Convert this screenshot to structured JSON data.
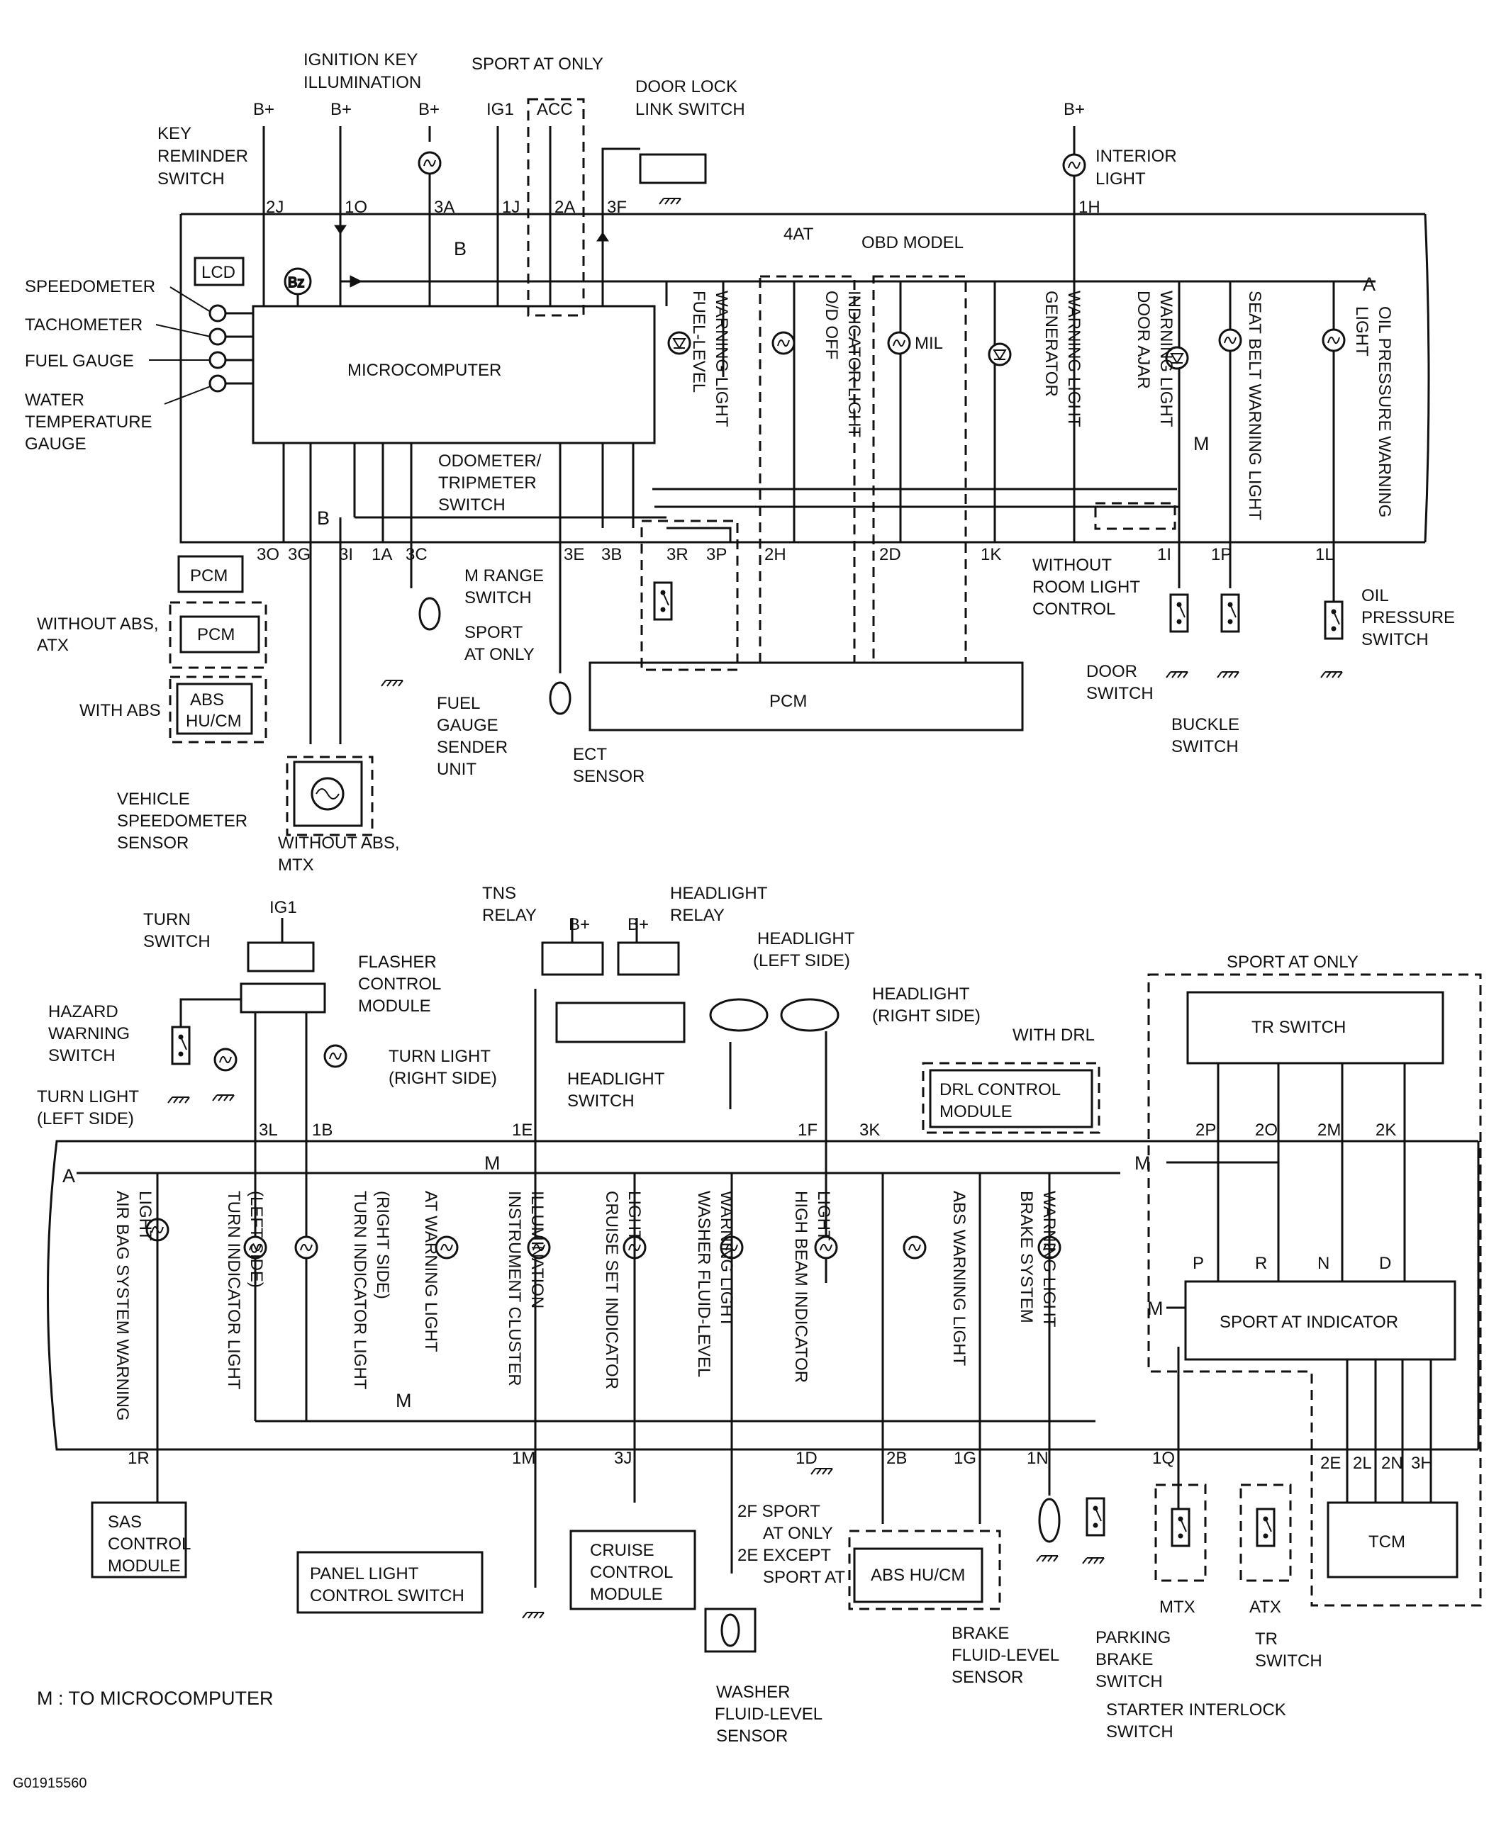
{
  "top_labels": {
    "ignition_key_illumination": [
      "IGNITION KEY",
      "ILLUMINATION"
    ],
    "sport_at_only": "SPORT AT ONLY",
    "door_lock_link_switch": [
      "DOOR LOCK",
      "LINK SWITCH"
    ],
    "key_reminder_switch": [
      "KEY",
      "REMINDER",
      "SWITCH"
    ],
    "interior_light": [
      "INTERIOR",
      "LIGHT"
    ],
    "four_at": "4AT",
    "obd_model": "OBD MODEL",
    "lcd": "LCD",
    "bz": "Bz",
    "microcomputer": "MICROCOMPUTER",
    "b_marker": "B",
    "a_marker": "A",
    "m_marker": "M",
    "acc": "ACC",
    "mil": "MIL"
  },
  "power_labels": [
    "B+",
    "B+",
    "B+",
    "IG1",
    "B+"
  ],
  "gauges": [
    "SPEEDOMETER",
    "TACHOMETER",
    "FUEL GAUGE",
    "WATER",
    "TEMPERATURE",
    "GAUGE"
  ],
  "top_terminals": [
    "2J",
    "1O",
    "3A",
    "1J",
    "2A",
    "3F",
    "1H"
  ],
  "vertical_lamps_top": [
    [
      "FUEL-LEVEL",
      "WARNING LIGHT"
    ],
    [
      "O/D OFF",
      "INDICATOR LIGHT"
    ],
    [
      "GENERATOR",
      "WARNING LIGHT"
    ],
    [
      "DOOR AJAR",
      "WARNING LIGHT"
    ],
    [
      "SEAT BELT WARNING LIGHT"
    ],
    [
      "OIL PRESSURE WARNING",
      "LIGHT"
    ]
  ],
  "upper_bottom_terminals": [
    "3O",
    "3G",
    "3I",
    "1A",
    "3C",
    "3E",
    "3B",
    "3R",
    "3P",
    "2H",
    "2D",
    "1K",
    "1I",
    "1P",
    "1L"
  ],
  "upper_lower_labels": {
    "pcm1": "PCM",
    "without_abs_atx": [
      "WITHOUT ABS,",
      "ATX"
    ],
    "pcm2": "PCM",
    "with_abs": "WITH ABS",
    "abs_hucm": [
      "ABS",
      "HU/CM"
    ],
    "vss": [
      "VEHICLE",
      "SPEEDOMETER",
      "SENSOR"
    ],
    "without_abs_mtx": [
      "WITHOUT ABS,",
      "MTX"
    ],
    "fuel_gauge_sender": [
      "FUEL",
      "GAUGE",
      "SENDER",
      "UNIT"
    ],
    "odometer_switch": [
      "ODOMETER/",
      "TRIPMETER",
      "SWITCH"
    ],
    "m_range_switch": [
      "M RANGE",
      "SWITCH"
    ],
    "sport_at_only2": [
      "SPORT",
      "AT ONLY"
    ],
    "pcm_main": "PCM",
    "ect_sensor": [
      "ECT",
      "SENSOR"
    ],
    "without_room_light": [
      "WITHOUT",
      "ROOM LIGHT",
      "CONTROL"
    ],
    "door_switch": [
      "DOOR",
      "SWITCH"
    ],
    "buckle_switch": [
      "BUCKLE",
      "SWITCH"
    ],
    "oil_pressure_switch": [
      "OIL",
      "PRESSURE",
      "SWITCH"
    ]
  },
  "lower_top_labels": {
    "turn_switch": [
      "TURN",
      "SWITCH"
    ],
    "ig1": "IG1",
    "flasher": [
      "FLASHER",
      "CONTROL",
      "MODULE"
    ],
    "hazard": [
      "HAZARD",
      "WARNING",
      "SWITCH"
    ],
    "turn_light_left": [
      "TURN LIGHT",
      "(LEFT SIDE)"
    ],
    "turn_light_right": [
      "TURN LIGHT",
      "(RIGHT SIDE)"
    ],
    "tns_relay": [
      "TNS",
      "RELAY"
    ],
    "headlight_relay": [
      "HEADLIGHT",
      "RELAY"
    ],
    "headlight_left": [
      "HEADLIGHT",
      "(LEFT SIDE)"
    ],
    "headlight_right": [
      "HEADLIGHT",
      "(RIGHT SIDE)"
    ],
    "headlight_switch": [
      "HEADLIGHT",
      "SWITCH"
    ],
    "with_drl": "WITH DRL",
    "drl_module": [
      "DRL CONTROL",
      "MODULE"
    ],
    "sport_at_only3": "SPORT AT ONLY",
    "tr_switch": "TR SWITCH",
    "bplus": "B+"
  },
  "lower_top_terminals": [
    "3L",
    "1B",
    "1E",
    "1F",
    "3K",
    "2P",
    "2O",
    "2M",
    "2K"
  ],
  "prnd": [
    "P",
    "R",
    "N",
    "D"
  ],
  "sport_at_indicator": "SPORT AT INDICATOR",
  "vertical_lamps_bottom": [
    [
      "AIR BAG SYSTEM WARNING",
      "LIGHT"
    ],
    [
      "TURN INDICATOR LIGHT",
      "(LEFT SIDE)"
    ],
    [
      "TURN INDICATOR LIGHT",
      "(RIGHT SIDE)"
    ],
    [
      "AT WARNING LIGHT"
    ],
    [
      "INSTRUMENT CLUSTER",
      "ILLUMINATION"
    ],
    [
      "CRUISE SET INDICATOR",
      "LIGHT"
    ],
    [
      "WASHER FLUID-LEVEL",
      "WARNING LIGHT"
    ],
    [
      "HIGH BEAM INDICATOR",
      "LIGHT"
    ],
    [
      "ABS WARNING LIGHT"
    ],
    [
      "BRAKE SYSTEM",
      "WARNING LIGHT"
    ]
  ],
  "lower_bottom_terminals": [
    "1R",
    "1M",
    "3J",
    "1D",
    "2B",
    "1G",
    "1N",
    "1Q",
    "2E",
    "2L",
    "2N",
    "3H"
  ],
  "lower_bottom_labels": {
    "sas": [
      "SAS",
      "CONTROL",
      "MODULE"
    ],
    "panel_light": [
      "PANEL LIGHT",
      "CONTROL SWITCH"
    ],
    "cruise": [
      "CRUISE",
      "CONTROL",
      "MODULE"
    ],
    "washer_note": [
      "2F  SPORT",
      "AT  ONLY",
      "2E  EXCEPT",
      "SPORT  AT"
    ],
    "washer_sensor": [
      "WASHER",
      "FLUID-LEVEL",
      "SENSOR"
    ],
    "abs_hucm2": "ABS HU/CM",
    "brake_fluid": [
      "BRAKE",
      "FLUID-LEVEL",
      "SENSOR"
    ],
    "parking_brake": [
      "PARKING",
      "BRAKE",
      "SWITCH"
    ],
    "mtx": "MTX",
    "atx": "ATX",
    "tr_switch2": [
      "TR",
      "SWITCH"
    ],
    "starter_interlock": [
      "STARTER INTERLOCK",
      "SWITCH"
    ],
    "tcm": "TCM"
  },
  "legend": "M : TO MICROCOMPUTER",
  "figure_id": "G01915560"
}
